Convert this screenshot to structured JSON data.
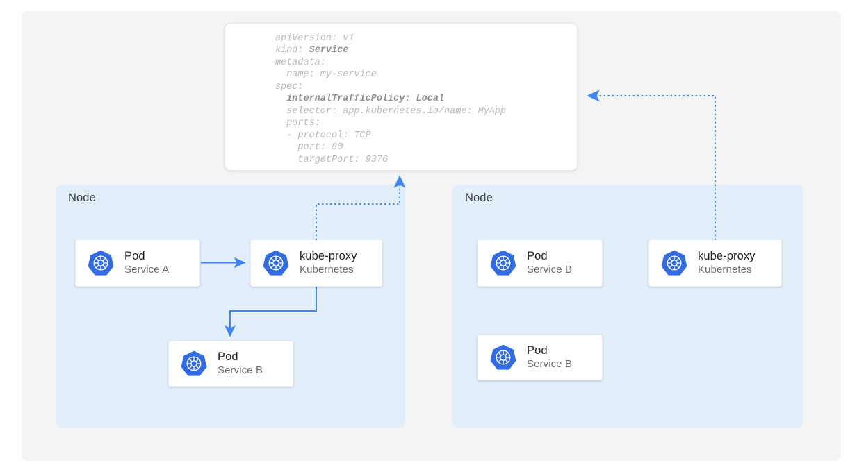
{
  "canvas": {
    "background": "#f4f4f4",
    "page_background": "#ffffff"
  },
  "colors": {
    "accent_blue": "#326ce5",
    "arrow_blue": "#4285f4",
    "node_panel": "#e2effb",
    "card_surface": "#ffffff",
    "title_text": "#202124",
    "subtitle_text": "#6b6f73",
    "yaml_text": "#b9b9b9",
    "yaml_text_bold": "#8e8e8e"
  },
  "yaml_card": {
    "name": "service-manifest",
    "lines": [
      {
        "text": "apiVersion: v1",
        "bold": false
      },
      {
        "text": "kind: ",
        "bold_part": "Service"
      },
      {
        "text": "metadata:",
        "bold": false
      },
      {
        "text": "  name: my-service",
        "bold": false
      },
      {
        "text": "spec:",
        "bold": false
      },
      {
        "text": "  internalTrafficPolicy: Local",
        "bold": true
      },
      {
        "text": "  selector: app.kubernetes.io/name: MyApp",
        "bold": false
      },
      {
        "text": "  ports:",
        "bold": false
      },
      {
        "text": "  - protocol: TCP",
        "bold": false
      },
      {
        "text": "    port: 80",
        "bold": false
      },
      {
        "text": "    targetPort: 9376",
        "bold": false
      }
    ],
    "full_text": "apiVersion: v1\nkind: Service\nmetadata:\n  name: my-service\nspec:\n  internalTrafficPolicy: Local\n  selector: app.kubernetes.io/name: MyApp\n  ports:\n  - protocol: TCP\n    port: 80\n    targetPort: 9376"
  },
  "nodes": [
    {
      "id": "node-left",
      "label": "Node",
      "cards": [
        {
          "id": "pod-a",
          "title": "Pod",
          "subtitle": "Service A",
          "icon": "kubernetes-logo-icon"
        },
        {
          "id": "kubeproxy-l",
          "title": "kube-proxy",
          "subtitle": "Kubernetes",
          "icon": "kubernetes-logo-icon"
        },
        {
          "id": "pod-b-l",
          "title": "Pod",
          "subtitle": "Service B",
          "icon": "kubernetes-logo-icon"
        }
      ]
    },
    {
      "id": "node-right",
      "label": "Node",
      "cards": [
        {
          "id": "pod-b-r1",
          "title": "Pod",
          "subtitle": "Service B",
          "icon": "kubernetes-logo-icon"
        },
        {
          "id": "kubeproxy-r",
          "title": "kube-proxy",
          "subtitle": "Kubernetes",
          "icon": "kubernetes-logo-icon"
        },
        {
          "id": "pod-b-r2",
          "title": "Pod",
          "subtitle": "Service B",
          "icon": "kubernetes-logo-icon"
        }
      ]
    }
  ],
  "connectors": [
    {
      "id": "pod-a-to-kubeproxy-left",
      "style": "solid",
      "from": "pod-a",
      "to": "kubeproxy-l",
      "arrow": "end"
    },
    {
      "id": "kubeproxy-left-to-pod-b",
      "style": "solid",
      "from": "kubeproxy-l",
      "to": "pod-b-l",
      "arrow": "end"
    },
    {
      "id": "kubeproxy-left-to-yaml",
      "style": "dotted",
      "from": "kubeproxy-l",
      "to": "service-manifest",
      "arrow": "end"
    },
    {
      "id": "kubeproxy-right-to-yaml",
      "style": "dotted",
      "from": "kubeproxy-r",
      "to": "service-manifest",
      "arrow": "end"
    }
  ]
}
